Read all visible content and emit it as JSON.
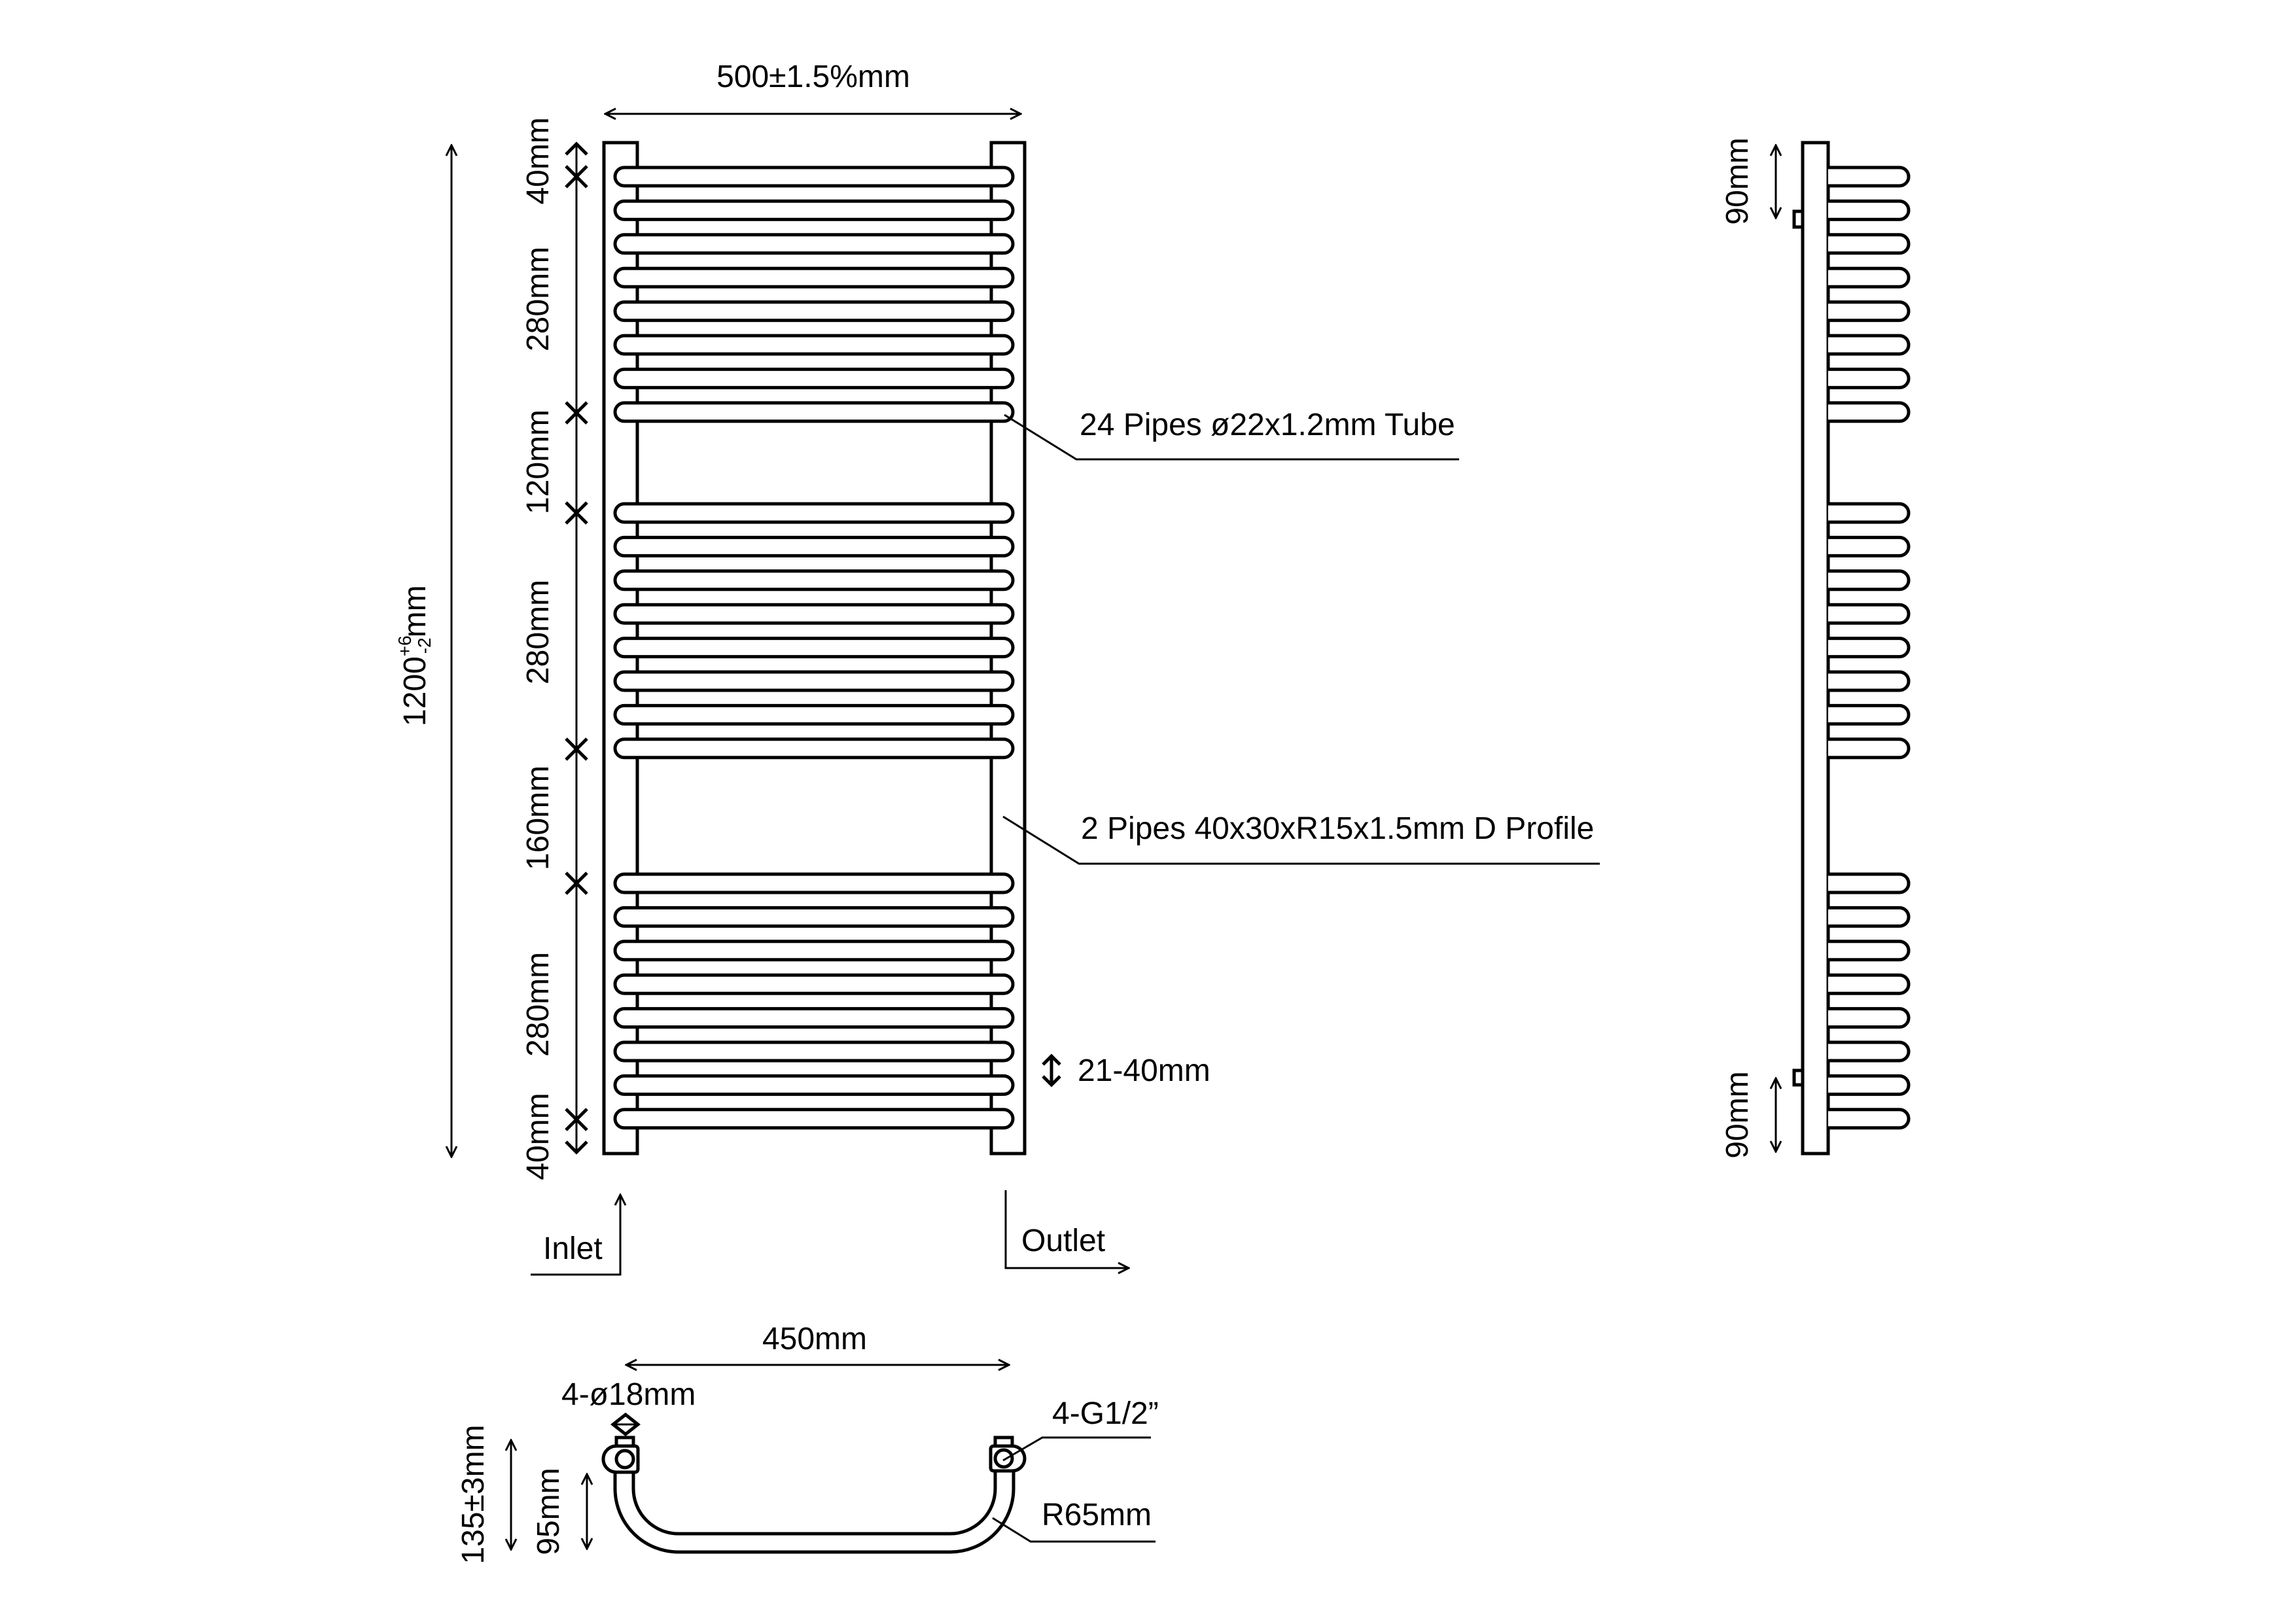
{
  "front_view": {
    "width_label": "500±1.5%mm",
    "height_label": "1200",
    "height_tol_plus": "+6",
    "height_tol_minus": "-2",
    "height_unit": "mm",
    "segment_labels": [
      "40mm",
      "280mm",
      "120mm",
      "280mm",
      "160mm",
      "280mm",
      "40mm"
    ],
    "pipe_groups": [
      8,
      8,
      8
    ],
    "callouts": {
      "tubes": "24 Pipes ø22x1.2mm Tube",
      "profile": "2 Pipes 40x30xR15x1.5mm D Profile",
      "gap": "21-40mm"
    },
    "inlet_label": "Inlet",
    "outlet_label": "Outlet"
  },
  "side_view": {
    "top_label": "90mm",
    "bottom_label": "90mm"
  },
  "top_view": {
    "centers_label": "450mm",
    "hole_label": "4-ø18mm",
    "thread_label": "4-G1/2”",
    "radius_label": "R65mm",
    "depth_total_label": "135±3mm",
    "depth_pipe_label": "95mm"
  }
}
